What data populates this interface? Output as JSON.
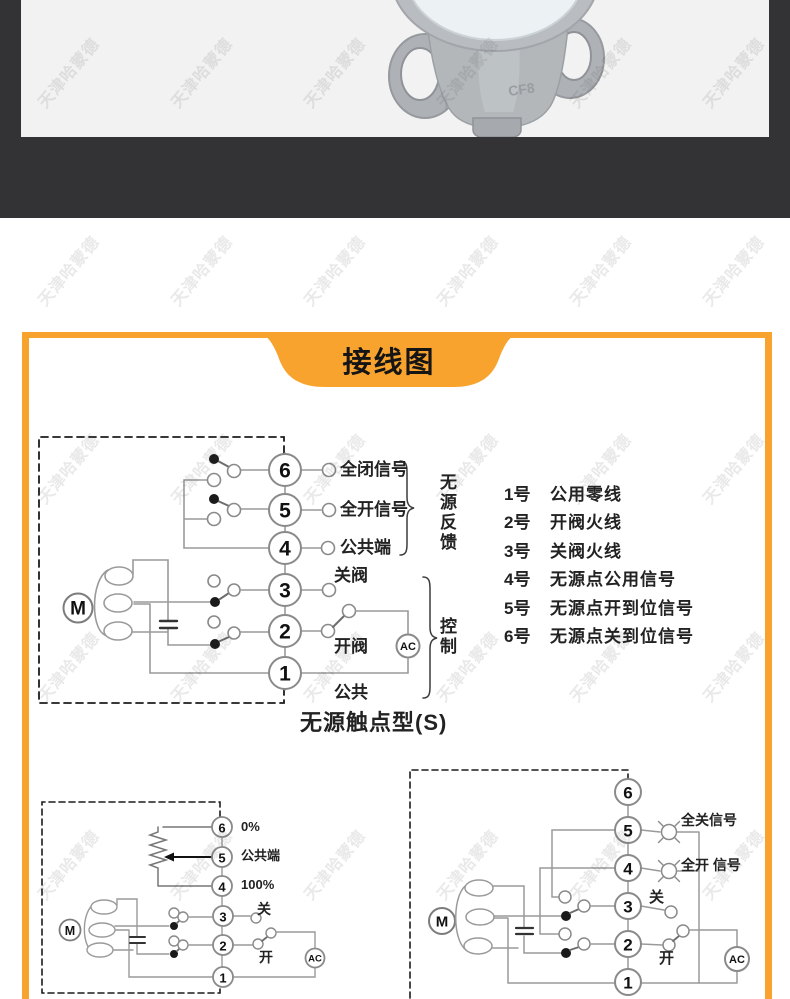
{
  "colors": {
    "accent": "#F8A32E",
    "top_band": "#333335",
    "photo_bg": "#f2f2f2"
  },
  "watermark": {
    "text": "天津哈蒙德"
  },
  "product_photo": {
    "cast_mark": "CF8"
  },
  "wiring": {
    "banner_title": "接线图",
    "main": {
      "motor": "M",
      "ac": "AC",
      "terminals": [
        "6",
        "5",
        "4",
        "3",
        "2",
        "1"
      ],
      "labels": {
        "full_close": "全闭信号",
        "full_open": "全开信号",
        "common_end": "公共端",
        "close_valve": "关阀",
        "open_valve": "开阀",
        "common": "公共"
      },
      "groups": {
        "feedback": "无源反馈",
        "control": "控制"
      },
      "caption": "无源触点型(S)"
    },
    "legend": {
      "items": [
        {
          "num": "1号",
          "desc": "公用零线"
        },
        {
          "num": "2号",
          "desc": "开阀火线"
        },
        {
          "num": "3号",
          "desc": "关阀火线"
        },
        {
          "num": "4号",
          "desc": "无源点公用信号"
        },
        {
          "num": "5号",
          "desc": "无源点开到位信号"
        },
        {
          "num": "6号",
          "desc": "无源点关到位信号"
        }
      ]
    },
    "pot": {
      "motor": "M",
      "ac": "AC",
      "terminals": [
        "6",
        "5",
        "4",
        "3",
        "2",
        "1"
      ],
      "labels": {
        "p0": "0%",
        "common_end": "公共端",
        "p100": "100%",
        "close": "关",
        "open": "开"
      }
    },
    "lamp": {
      "motor": "M",
      "ac": "AC",
      "terminals": [
        "6",
        "5",
        "4",
        "3",
        "2",
        "1"
      ],
      "labels": {
        "full_close_signal": "全关信号",
        "full_open_signal": "全开 信号",
        "close": "关",
        "open": "开"
      }
    }
  }
}
